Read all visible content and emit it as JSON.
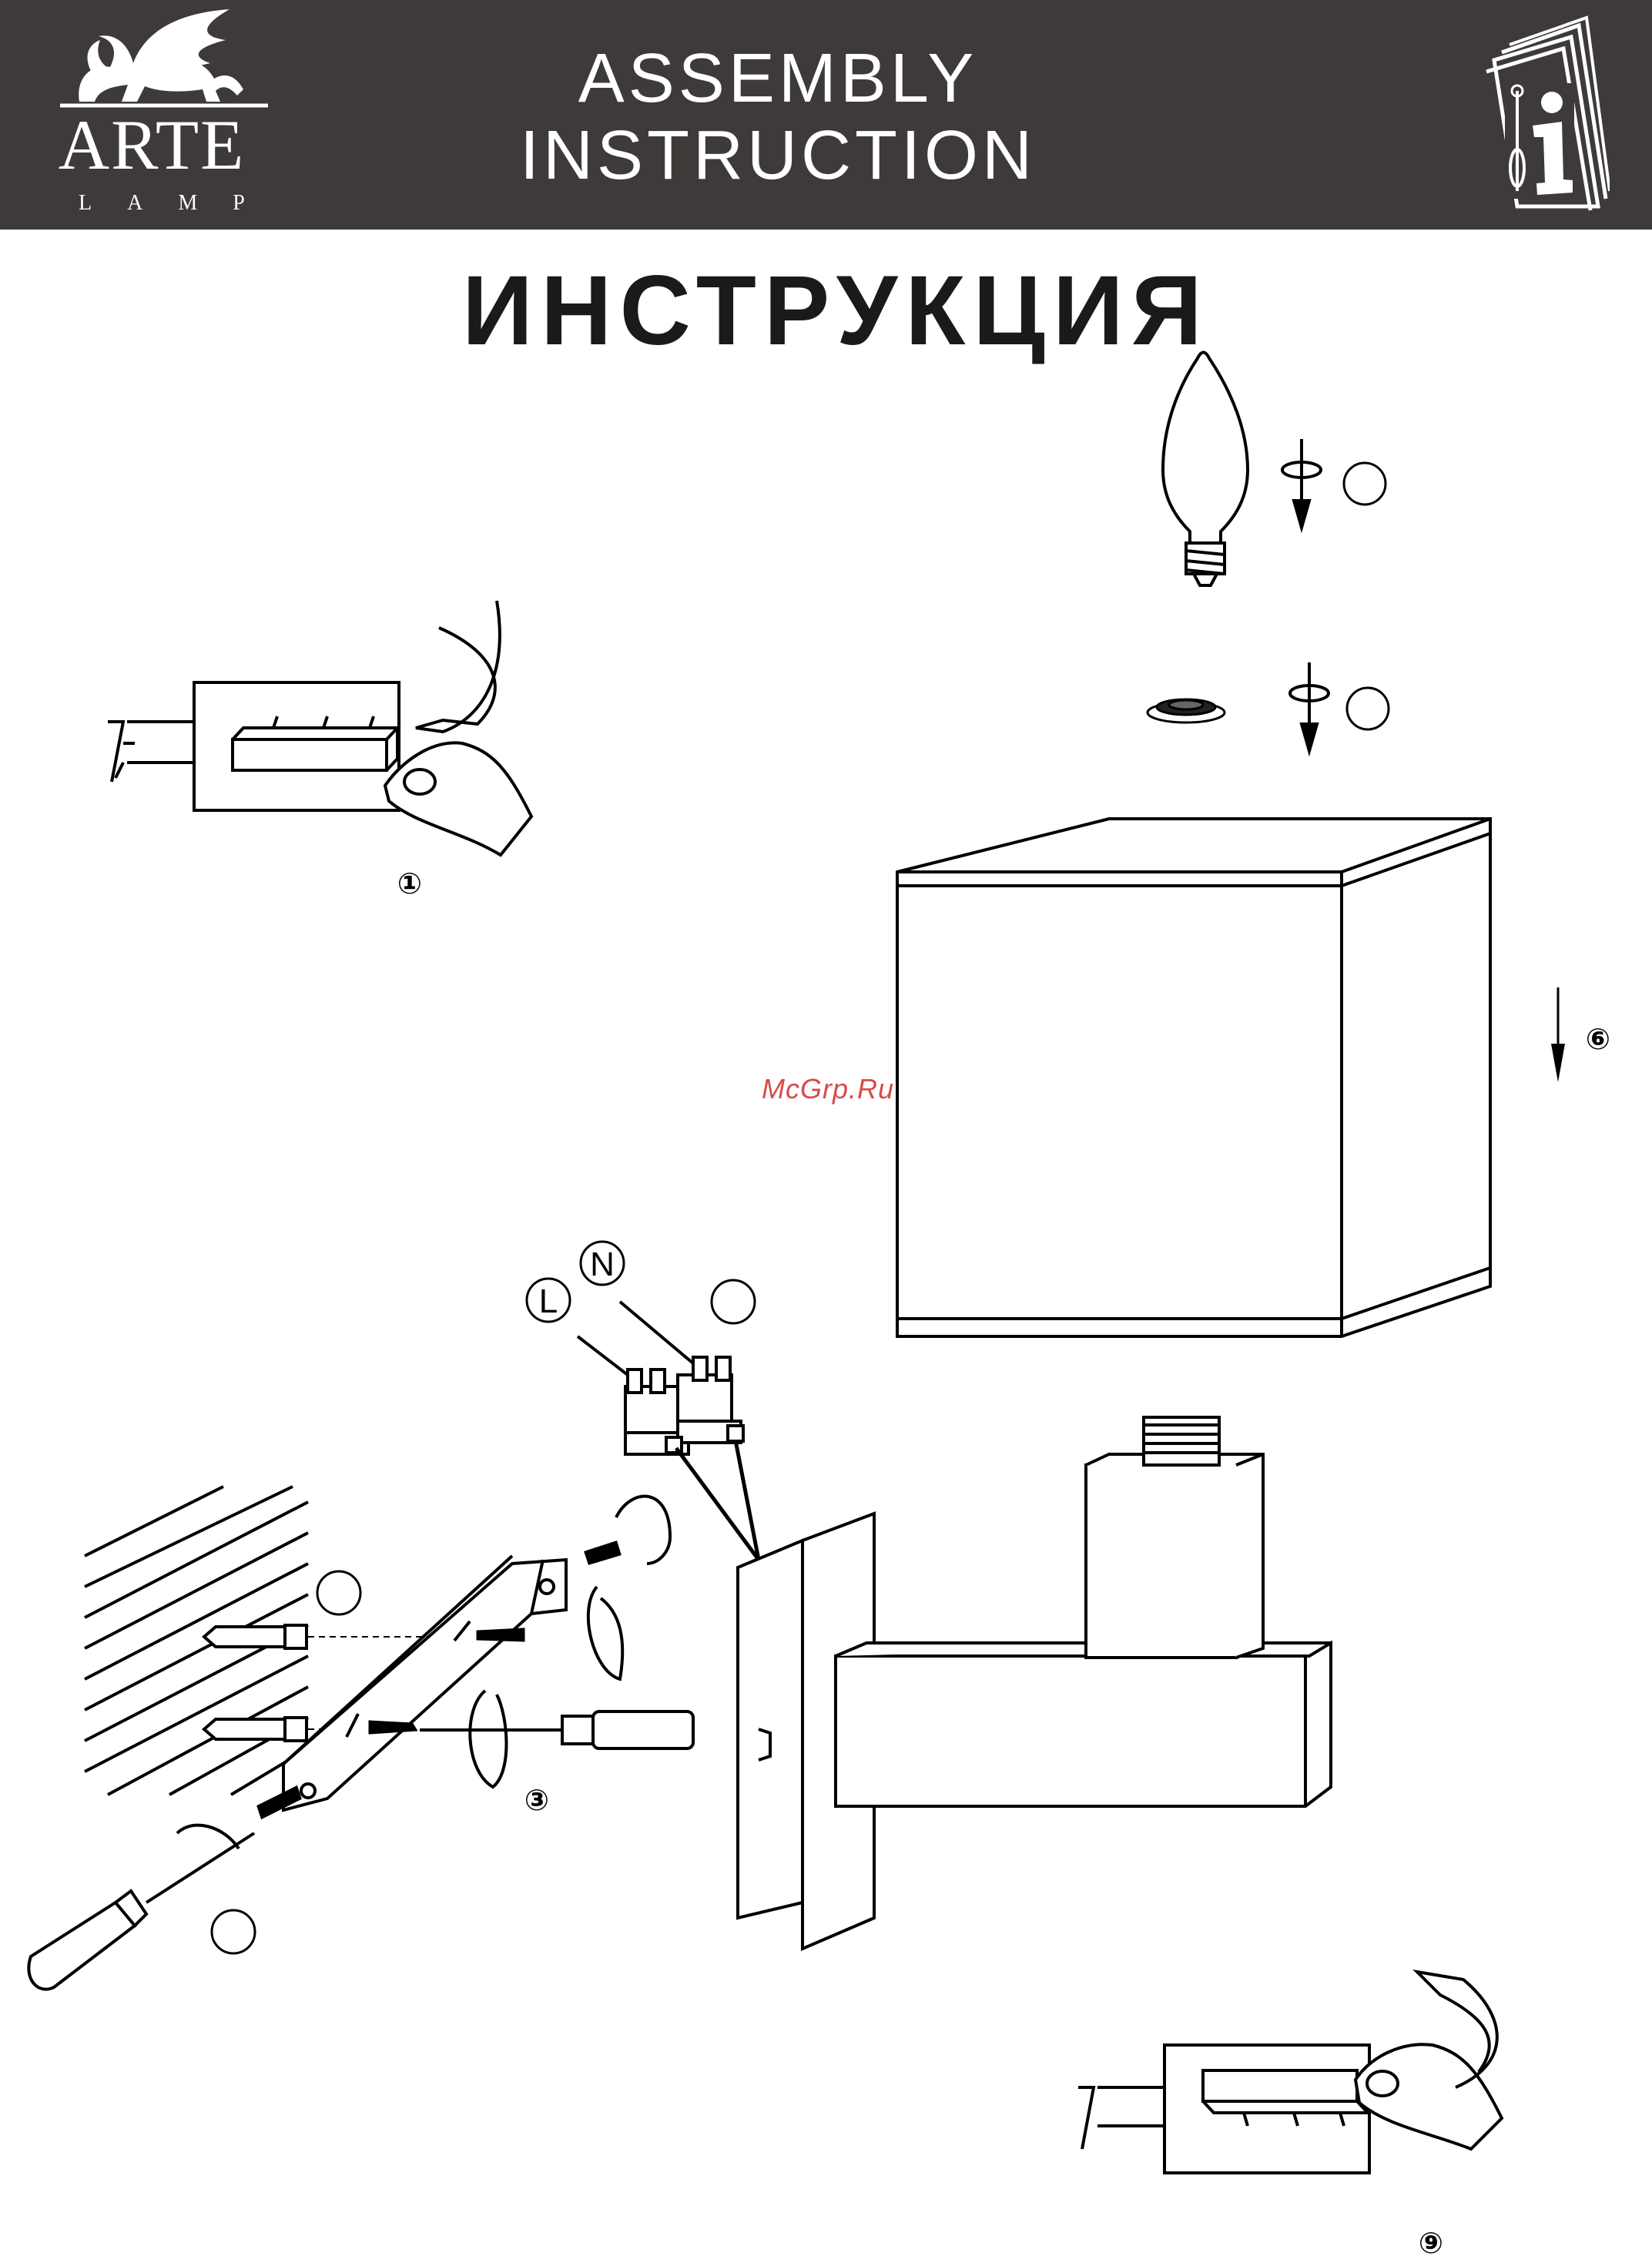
{
  "brand": {
    "name": "ARTE",
    "sub": "LAMP"
  },
  "header": {
    "title_line1": "ASSEMBLY",
    "title_line2": "INSTRUCTION"
  },
  "page_title": "ИНСТРУКЦИЯ",
  "watermark": "McGrp.Ru",
  "steps": {
    "s1": "①",
    "s3": "③",
    "s6": "⑥",
    "s9": "⑨"
  },
  "wires": {
    "live": "L",
    "neutral": "N"
  }
}
